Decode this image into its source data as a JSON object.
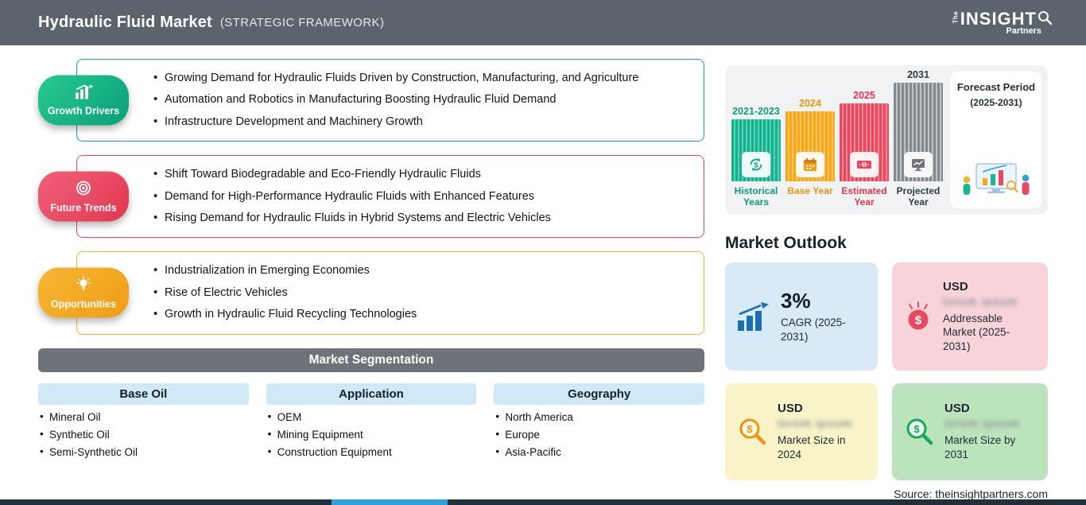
{
  "colors": {
    "header_bg": "#5b646d",
    "growth_accent": "#14ae8f",
    "trends_accent": "#e8495f",
    "opportunities_accent": "#f2a71f",
    "segmentation_bar": "#6d7378",
    "column_header_bg": "#cfe9f6",
    "panel_bg": "#f0f2f3",
    "card_blue": "#d8eaf7",
    "card_pink": "#f8d3da",
    "card_yellow": "#f8f4c7",
    "card_green": "#bce4bc",
    "projected_gray": "#84898e",
    "bottom_bar": "#20303b",
    "bottom_accent": "#2e9fd8"
  },
  "header": {
    "title": "Hydraulic Fluid Market",
    "subtitle": "(STRATEGIC FRAMEWORK)",
    "logo": {
      "the": "The",
      "insight": "INSIGHT",
      "partners": "Partners"
    }
  },
  "sections": [
    {
      "label": "Growth Drivers",
      "bullets": [
        "Growing Demand for Hydraulic Fluids Driven by Construction, Manufacturing, and Agriculture",
        "Automation and Robotics in Manufacturing Boosting Hydraulic Fluid Demand",
        "Infrastructure Development and Machinery Growth"
      ]
    },
    {
      "label": "Future Trends",
      "bullets": [
        "Shift Toward Biodegradable and Eco-Friendly Hydraulic Fluids",
        "Demand for High-Performance Hydraulic Fluids with Enhanced Features",
        "Rising Demand for Hydraulic Fluids in Hybrid Systems and Electric Vehicles"
      ]
    },
    {
      "label": "Opportunities",
      "bullets": [
        "Industrialization in Emerging Economies",
        "Rise of Electric Vehicles",
        "Growth in Hydraulic Fluid Recycling Technologies"
      ]
    }
  ],
  "segmentation": {
    "title": "Market Segmentation",
    "columns": [
      {
        "header": "Base Oil",
        "items": [
          "Mineral Oil",
          "Synthetic Oil",
          "Semi-Synthetic Oil"
        ]
      },
      {
        "header": "Application",
        "items": [
          "OEM",
          "Mining Equipment",
          "Construction Equipment"
        ]
      },
      {
        "header": "Geography",
        "items": [
          "North America",
          "Europe",
          "Asia-Pacific"
        ]
      }
    ]
  },
  "timeline": {
    "bars": [
      {
        "year": "2021-2023",
        "label": "Historical Years"
      },
      {
        "year": "2024",
        "label": "Base Year"
      },
      {
        "year": "2025",
        "label": "Estimated Year"
      },
      {
        "year": "2031",
        "label": "Projected Year"
      }
    ],
    "forecast": {
      "title": "Forecast Period",
      "range": "(2025-2031)"
    }
  },
  "outlook": {
    "title": "Market Outlook",
    "cards": [
      {
        "value": "3%",
        "label": "CAGR (2025-2031)"
      },
      {
        "currency": "USD",
        "masked": "lorem ipsum",
        "label": "Addressable Market (2025-2031)"
      },
      {
        "currency": "USD",
        "masked": "lorem ipsum",
        "label": "Market Size in 2024"
      },
      {
        "currency": "USD",
        "masked": "lorem ipsum",
        "label": "Market Size by 2031"
      }
    ]
  },
  "source": "Source: theinsightpartners.com"
}
